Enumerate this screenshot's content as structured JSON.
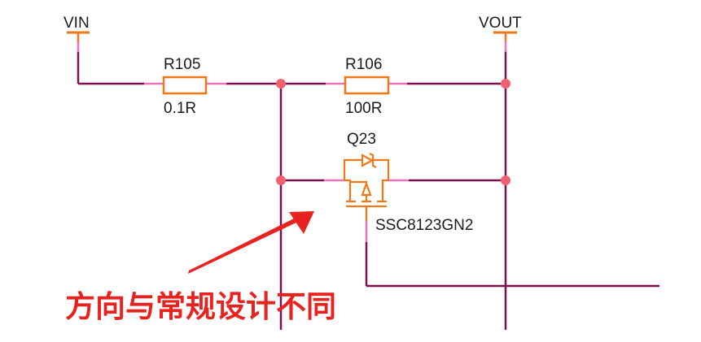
{
  "schematic": {
    "nets": {
      "input": "VIN",
      "output": "VOUT"
    },
    "components": {
      "r105": {
        "designator": "R105",
        "value": "0.1R"
      },
      "r106": {
        "designator": "R106",
        "value": "100R"
      },
      "q23": {
        "designator": "Q23",
        "part_number": "SSC8123GN2"
      }
    },
    "colors": {
      "wire": "#7a1050",
      "pin": "#f070c0",
      "component": "#f07818",
      "junction": "#f06070",
      "annotation": "#e8231f",
      "text": "#1a1a1a"
    }
  },
  "annotation": {
    "text": "方向与常规设计不同",
    "arrow": "arrow-pointing-to-q23"
  }
}
